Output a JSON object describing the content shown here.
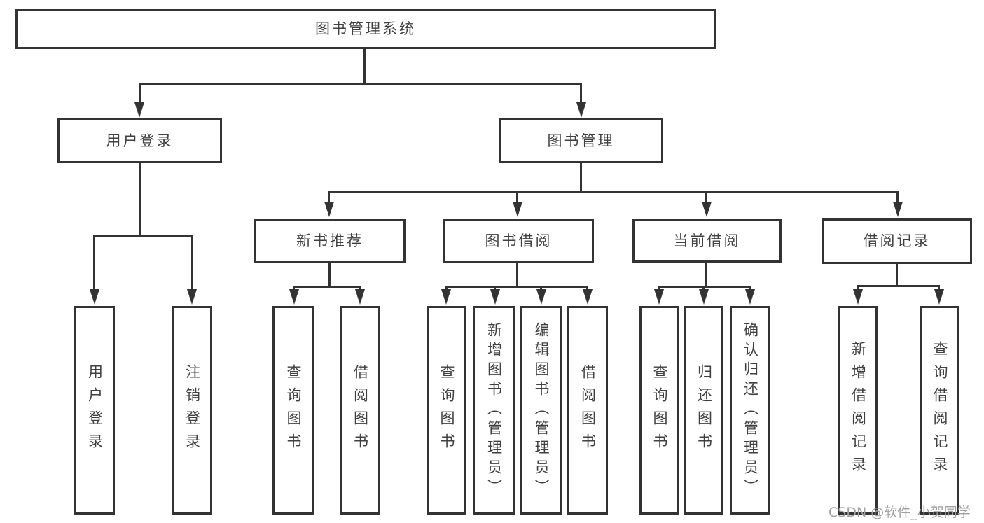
{
  "tree": {
    "root": {
      "label": "图书管理系统"
    },
    "children": [
      {
        "label": "用户登录",
        "children": [
          {
            "label": "用户登录"
          },
          {
            "label": "注销登录"
          }
        ]
      },
      {
        "label": "图书管理",
        "children": [
          {
            "label": "新书推荐",
            "children": [
              {
                "label": "查询图书"
              },
              {
                "label": "借阅图书"
              }
            ]
          },
          {
            "label": "图书借阅",
            "children": [
              {
                "label": "查询图书"
              },
              {
                "label": "新增图书（管理员）"
              },
              {
                "label": "编辑图书（管理员）"
              },
              {
                "label": "借阅图书"
              }
            ]
          },
          {
            "label": "当前借阅",
            "children": [
              {
                "label": "查询图书"
              },
              {
                "label": "归还图书"
              },
              {
                "label": "确认归还（管理员）"
              }
            ]
          },
          {
            "label": "借阅记录",
            "children": [
              {
                "label": "新增借阅记录"
              },
              {
                "label": "查询借阅记录"
              }
            ]
          }
        ]
      }
    ]
  },
  "watermark": "CSDN @软件_小贺同学",
  "colors": {
    "line": "#333333",
    "text": "#404040",
    "box_background": "#ffffff",
    "page_background": "#ffffff",
    "watermark": "#a0a0a0"
  }
}
